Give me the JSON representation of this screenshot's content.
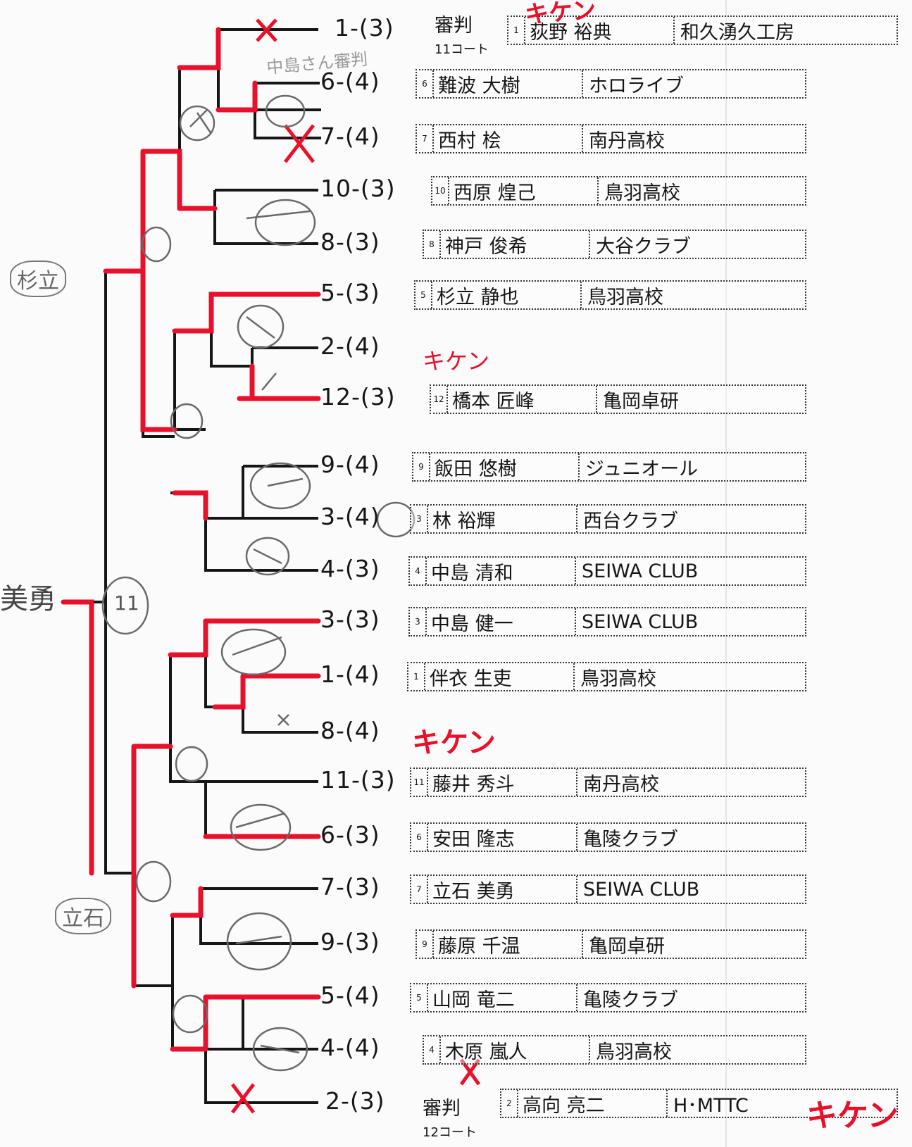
{
  "referee_top": {
    "label": "審判",
    "court": "11コート"
  },
  "referee_bottom": {
    "label": "審判",
    "court": "12コート"
  },
  "bracket_rows": [
    {
      "seed": "1-(3)",
      "num": "1",
      "name": "荻野 裕典",
      "club": "和久湧久工房"
    },
    {
      "seed": "6-(4)",
      "num": "6",
      "name": "難波 大樹",
      "club": "ホロライブ"
    },
    {
      "seed": "7-(4)",
      "num": "7",
      "name": "西村 桧",
      "club": "南丹高校"
    },
    {
      "seed": "10-(3)",
      "num": "10",
      "name": "西原 煌己",
      "club": "鳥羽高校"
    },
    {
      "seed": "8-(3)",
      "num": "8",
      "name": "神戸 俊希",
      "club": "大谷クラブ"
    },
    {
      "seed": "5-(3)",
      "num": "5",
      "name": "杉立 静也",
      "club": "鳥羽高校"
    },
    {
      "seed": "2-(4)",
      "num": "",
      "name": "",
      "club": ""
    },
    {
      "seed": "12-(3)",
      "num": "12",
      "name": "橋本 匠峰",
      "club": "亀岡卓研"
    },
    {
      "seed": "9-(4)",
      "num": "9",
      "name": "飯田 悠樹",
      "club": "ジュニオール"
    },
    {
      "seed": "3-(4)",
      "num": "3",
      "name": "林 裕輝",
      "club": "西台クラブ"
    },
    {
      "seed": "4-(3)",
      "num": "4",
      "name": "中島 清和",
      "club": "SEIWA CLUB"
    },
    {
      "seed": "3-(3)",
      "num": "3",
      "name": "中島 健一",
      "club": "SEIWA CLUB"
    },
    {
      "seed": "1-(4)",
      "num": "1",
      "name": "伴衣 生吏",
      "club": "鳥羽高校"
    },
    {
      "seed": "8-(4)",
      "num": "",
      "name": "",
      "club": ""
    },
    {
      "seed": "11-(3)",
      "num": "11",
      "name": "藤井 秀斗",
      "club": "南丹高校"
    },
    {
      "seed": "6-(3)",
      "num": "6",
      "name": "安田 隆志",
      "club": "亀陵クラブ"
    },
    {
      "seed": "7-(3)",
      "num": "7",
      "name": "立石 美勇",
      "club": "SEIWA CLUB"
    },
    {
      "seed": "9-(3)",
      "num": "9",
      "name": "藤原 千温",
      "club": "亀岡卓研"
    },
    {
      "seed": "5-(4)",
      "num": "5",
      "name": "山岡 竜二",
      "club": "亀陵クラブ"
    },
    {
      "seed": "4-(4)",
      "num": "4",
      "name": "木原 嵐人",
      "club": "鳥羽高校"
    },
    {
      "seed": "2-(3)",
      "num": "2",
      "name": "高向 亮二",
      "club": "H･MTTC"
    }
  ],
  "handwritten": {
    "kiken_1": "キケン",
    "kiken_2": "キケン",
    "kiken_3": "キケン",
    "kiken_top": "キケン",
    "referee_note": "中島さん審判",
    "winner_left": "美勇",
    "semi_top": "杉立",
    "semi_bottom": "立石",
    "court_circle": "11"
  },
  "colors": {
    "red": "#e8102a",
    "ink": "#161616",
    "pencil": "#6a6a6a"
  }
}
